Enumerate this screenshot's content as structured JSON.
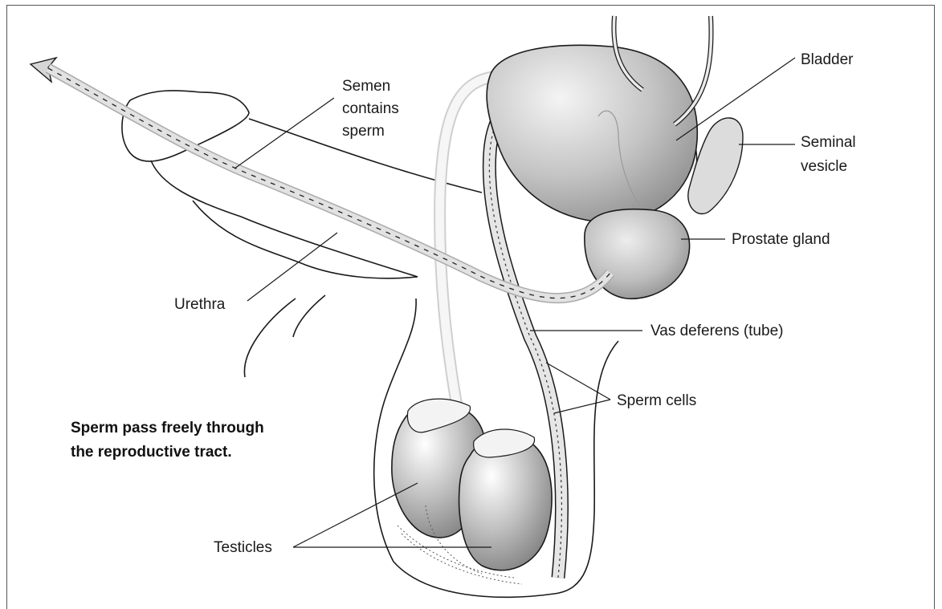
{
  "labels": {
    "bladder": "Bladder",
    "seminal_vesicle_1": "Seminal",
    "seminal_vesicle_2": "vesicle",
    "prostate": "Prostate gland",
    "semen_1": "Semen",
    "semen_2": "contains",
    "semen_3": "sperm",
    "urethra": "Urethra",
    "vas_deferens": "Vas deferens (tube)",
    "sperm_cells": "Sperm cells",
    "testicles": "Testicles"
  },
  "caption": {
    "line1": "Sperm pass freely through",
    "line2": "the reproductive tract."
  },
  "colors": {
    "organ_fill": "#b8b8b8",
    "organ_highlight": "#f2f2f2",
    "outline": "#1a1a1a",
    "vesicle_fill": "#dcdcdc",
    "duct_fill": "#dedede"
  }
}
